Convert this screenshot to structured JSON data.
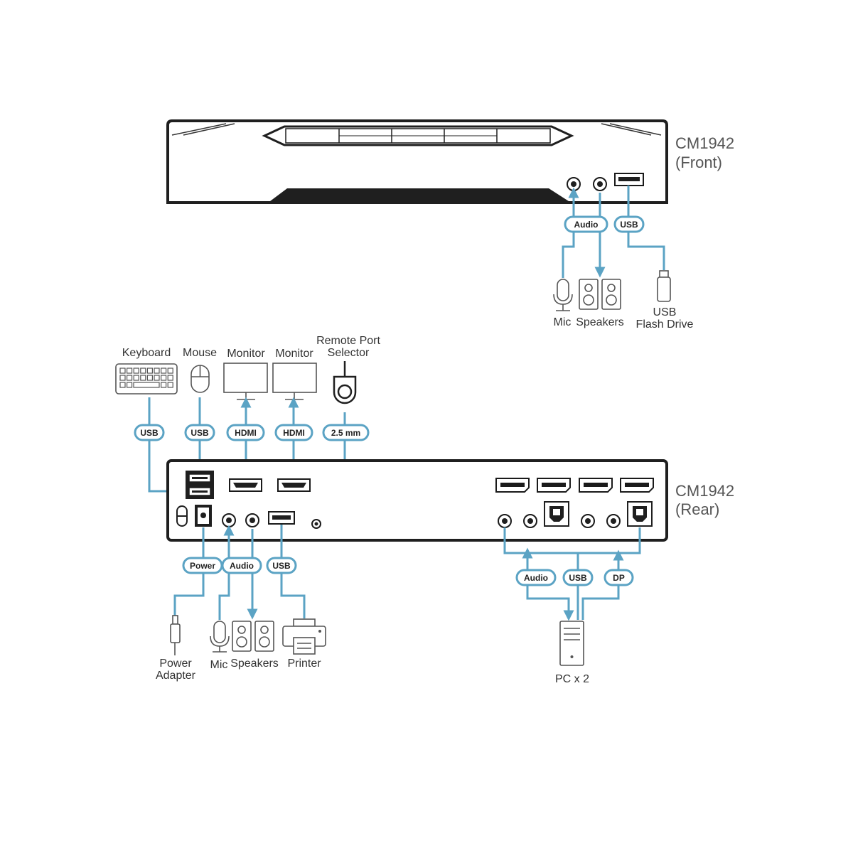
{
  "colors": {
    "cable": "#5ba3c4",
    "chassis": "#1f1f1f",
    "device": "#555555",
    "text": "#333333"
  },
  "units": {
    "front": {
      "title_line1": "CM1942",
      "title_line2": "(Front)"
    },
    "rear": {
      "title_line1": "CM1942",
      "title_line2": "(Rear)"
    }
  },
  "front": {
    "badges": {
      "audio": "Audio",
      "usb": "USB"
    },
    "devices": {
      "mic": "Mic",
      "speakers": "Speakers",
      "flash_line1": "USB",
      "flash_line2": "Flash Drive"
    }
  },
  "rear": {
    "top_devices": {
      "keyboard": "Keyboard",
      "mouse": "Mouse",
      "monitor1": "Monitor",
      "monitor2": "Monitor",
      "remote_line1": "Remote Port",
      "remote_line2": "Selector"
    },
    "top_badges": {
      "kb_usb": "USB",
      "mouse_usb": "USB",
      "hdmi1": "HDMI",
      "hdmi2": "HDMI",
      "remote": "2.5 mm"
    },
    "bottom_badges": {
      "power": "Power",
      "audio": "Audio",
      "usb": "USB"
    },
    "bottom_devices": {
      "power_line1": "Power",
      "power_line2": "Adapter",
      "mic": "Mic",
      "speakers": "Speakers",
      "printer": "Printer"
    },
    "pc_badges": {
      "audio": "Audio",
      "usb": "USB",
      "dp": "DP"
    },
    "pc_label": "PC x 2"
  },
  "icons": [
    "microphone-icon",
    "speakers-icon",
    "usb-flash-drive-icon",
    "keyboard-icon",
    "mouse-icon",
    "monitor-icon",
    "remote-port-selector-icon",
    "power-adapter-icon",
    "printer-icon",
    "pc-tower-icon"
  ]
}
